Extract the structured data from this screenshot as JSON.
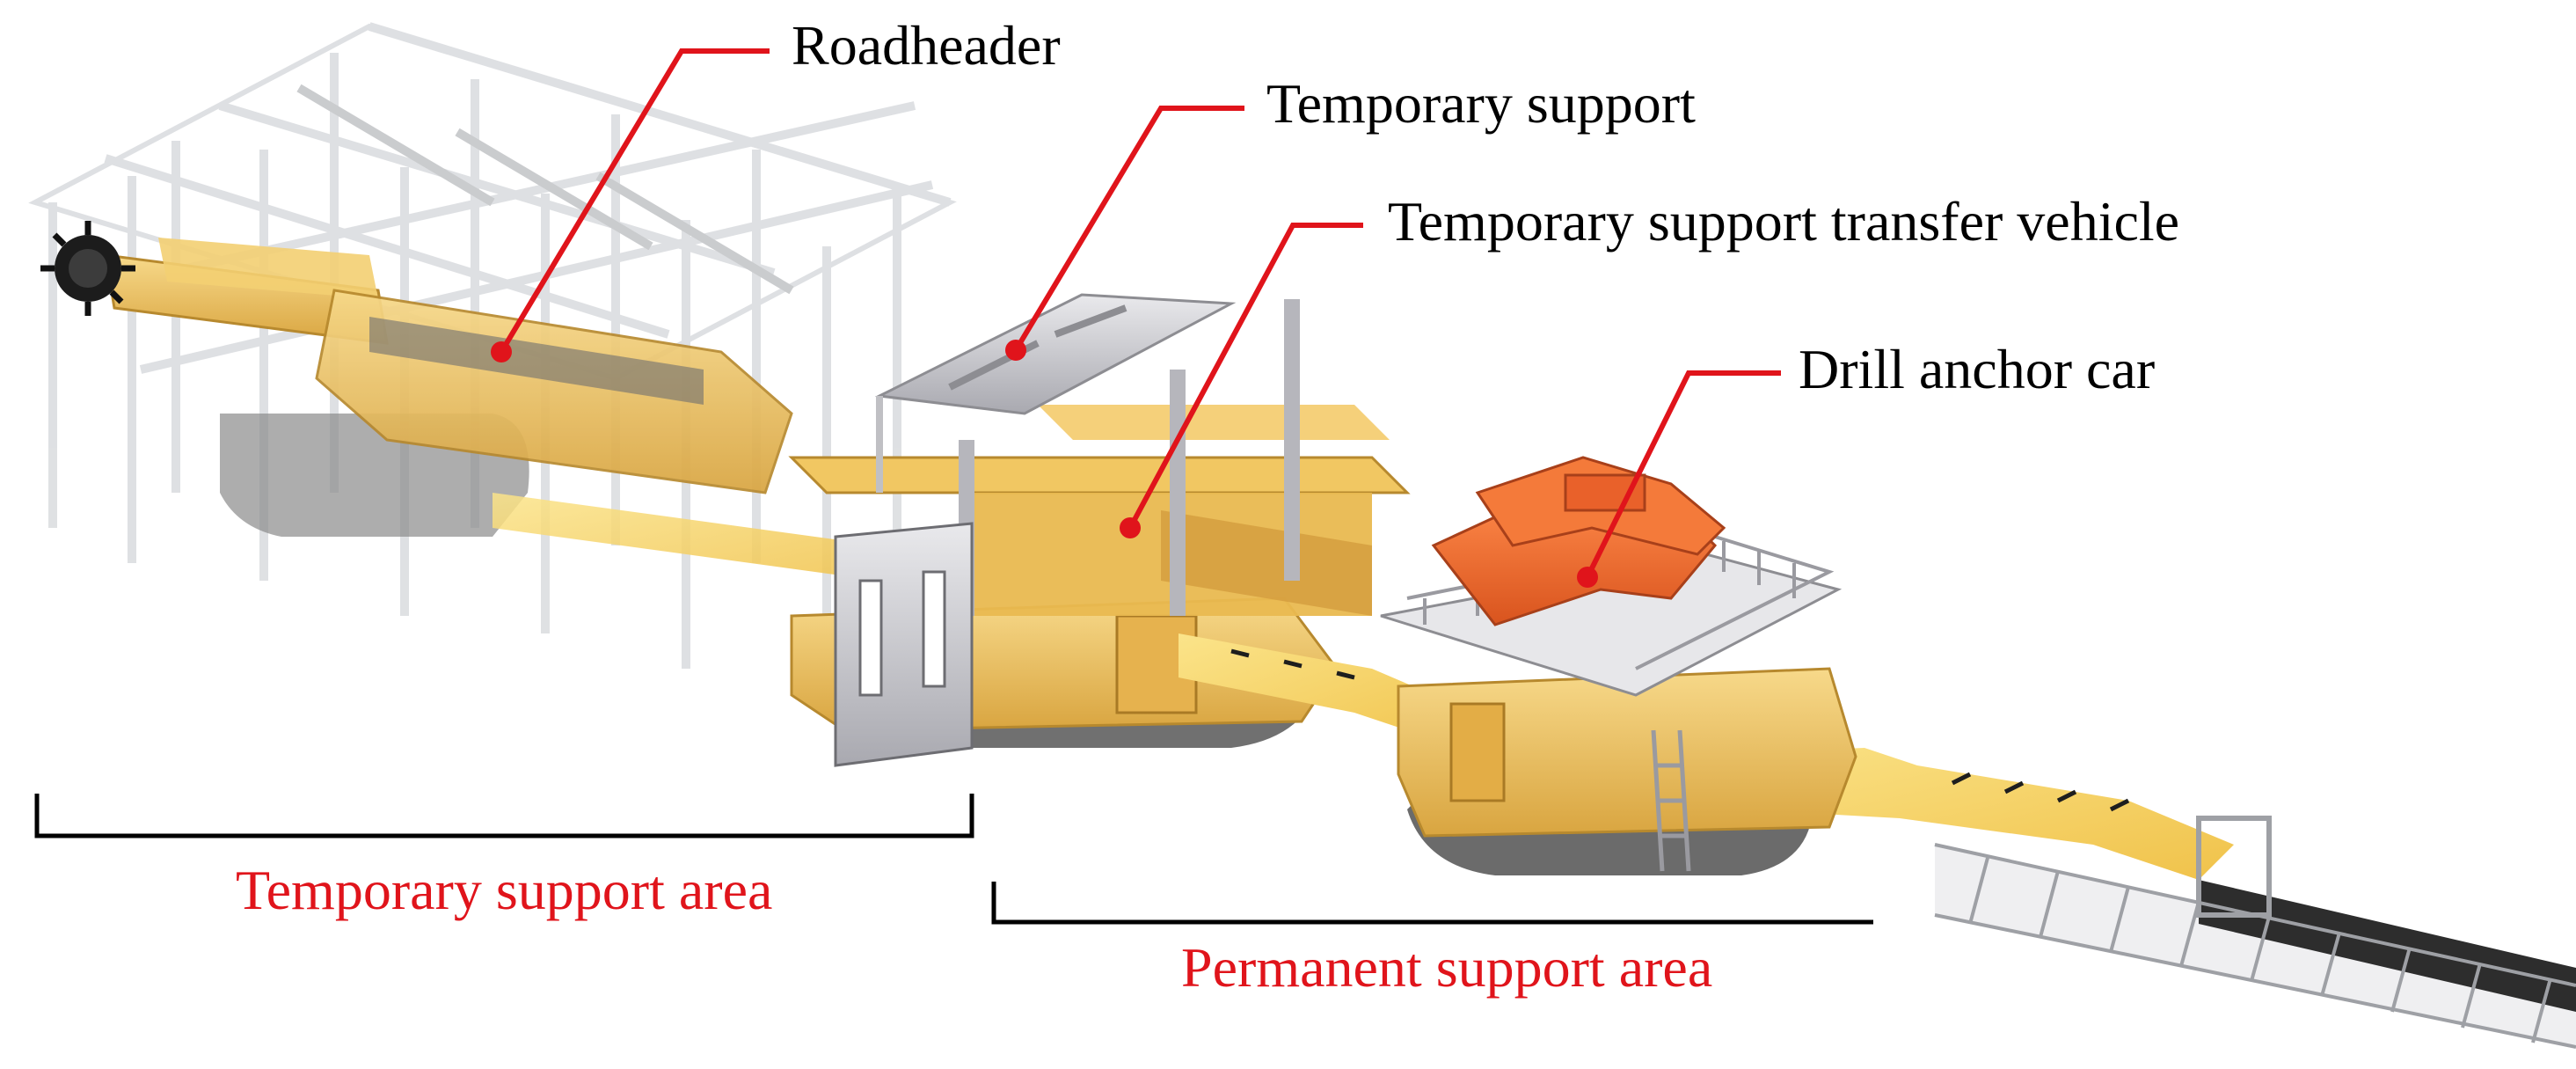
{
  "callouts": {
    "roadheader": "Roadheader",
    "temporary_support": "Temporary support",
    "transfer_vehicle": "Temporary support transfer vehicle",
    "drill_anchor_car": "Drill anchor car"
  },
  "areas": {
    "temporary": "Temporary support area",
    "permanent": "Permanent support area"
  },
  "colors": {
    "leader": "#e0141b",
    "area_label": "#e0141b",
    "bracket": "#000000",
    "machine_yellow": "#f1c15a",
    "machine_shadow": "#c99a3a",
    "drill_orange": "#f06a2a",
    "steel_grey": "#c8c8cc",
    "frame_ghost": "#bfc3c8",
    "conveyor_dark": "#2d2d2d"
  }
}
